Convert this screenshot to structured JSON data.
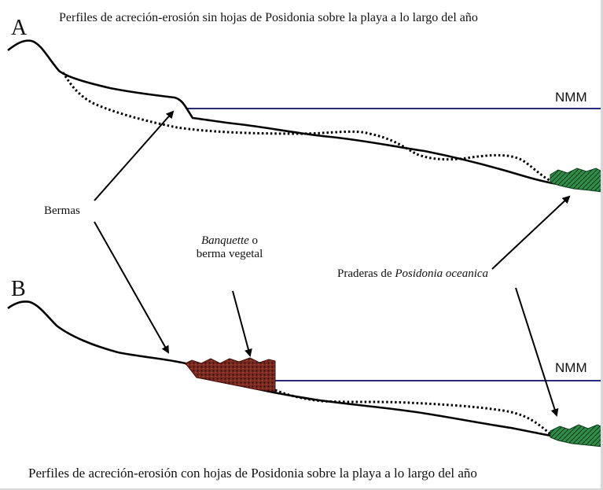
{
  "panel_a": {
    "letter": "A",
    "title": "Perfiles de acreción-erosión sin hojas de Posidonia sobre la playa a lo largo del año",
    "sea_level_label": "NMM"
  },
  "panel_b": {
    "letter": "B",
    "title": "Perfiles de acreción-erosión con hojas de Posidonia sobre la playa a lo largo del año",
    "sea_level_label": "NMM"
  },
  "labels": {
    "bermas": "Bermas",
    "banquette_italic": "Banquette",
    "banquette_rest": " o",
    "banquette_line2": "berma vegetal",
    "praderas_prefix": "Praderas de ",
    "praderas_italic": "Posidonia oceanica"
  },
  "colors": {
    "profile": "#000000",
    "sea_level": "#2a2a7a",
    "seagrass": "#2f8f4a",
    "banquette": "#7a2a20"
  }
}
